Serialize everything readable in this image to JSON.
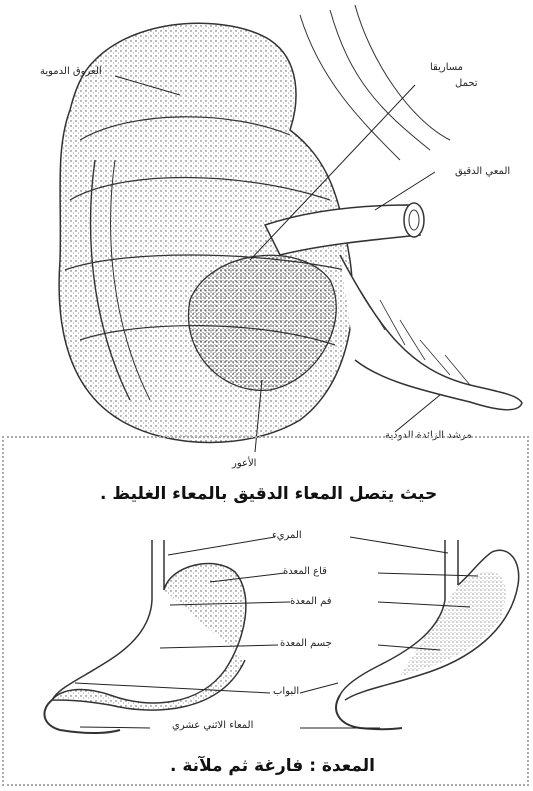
{
  "top_figure": {
    "labels": {
      "vessels": "العروق الدموية",
      "mesentery_a": "مساريقا",
      "mesentery_b": "تحمل",
      "ileum": "المعي الدقيق",
      "appendix": "مرشد الزائدة الدودية",
      "cecum": "الأعور"
    },
    "caption": "حيث يتصل المعاء الدقيق بالمعاء الغليظ ."
  },
  "bottom_figure": {
    "labels": {
      "esophagus": "المريء",
      "fundus": "قاع المعدة",
      "cardia": "فم المعدة",
      "body": "جسم المعدة",
      "pylorus": "البواب",
      "duodenum": "المعاء الاثني عشري"
    },
    "caption": "المعدة : فارغة ثم ملآنة ."
  },
  "colors": {
    "ink": "#222222",
    "shade": "#7a7a7a",
    "paper": "#ffffff"
  }
}
